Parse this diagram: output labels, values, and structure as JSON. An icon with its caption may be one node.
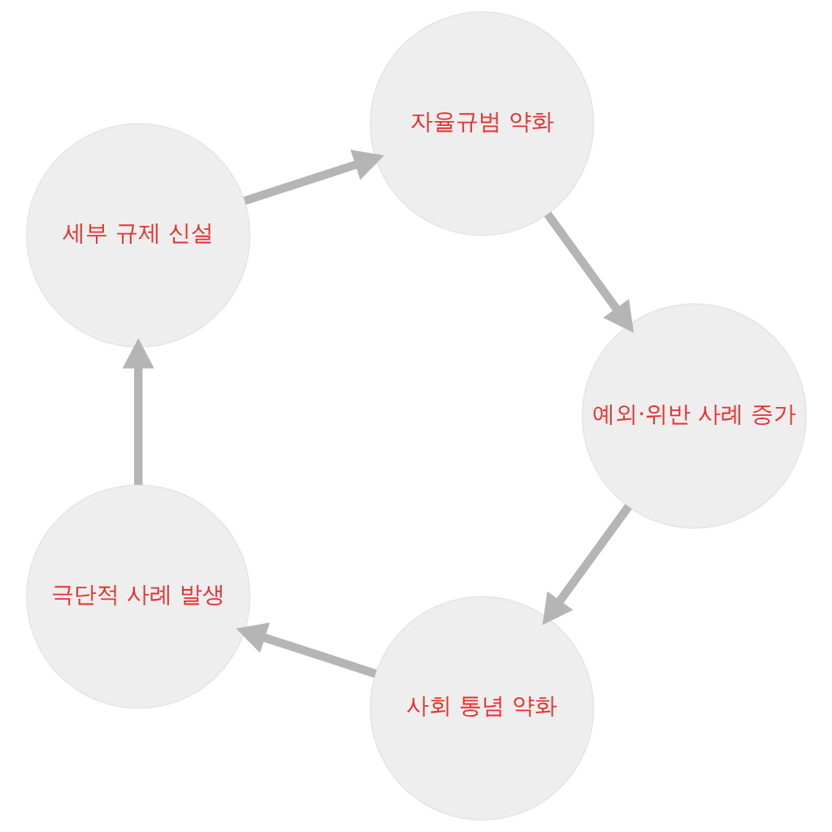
{
  "diagram": {
    "nodes": [
      {
        "text": [
          "사회 통념 약화"
        ]
      },
      {
        "text": [
          "극단적 사례 발생"
        ]
      },
      {
        "text": [
          "세부 규제 신설"
        ]
      },
      {
        "text": [
          "자율규범 약화"
        ]
      },
      {
        "text": [
          "예외·위반 사례 증가"
        ]
      }
    ],
    "edges": [
      {
        "from": 0,
        "to": 1,
        "arrow": "to"
      },
      {
        "from": 1,
        "to": 2,
        "arrow": "to"
      },
      {
        "from": 2,
        "to": 3,
        "arrow": "to"
      },
      {
        "from": 3,
        "to": 4,
        "arrow": "to"
      },
      {
        "from": 4,
        "to": 0,
        "arrow": "to"
      }
    ]
  }
}
